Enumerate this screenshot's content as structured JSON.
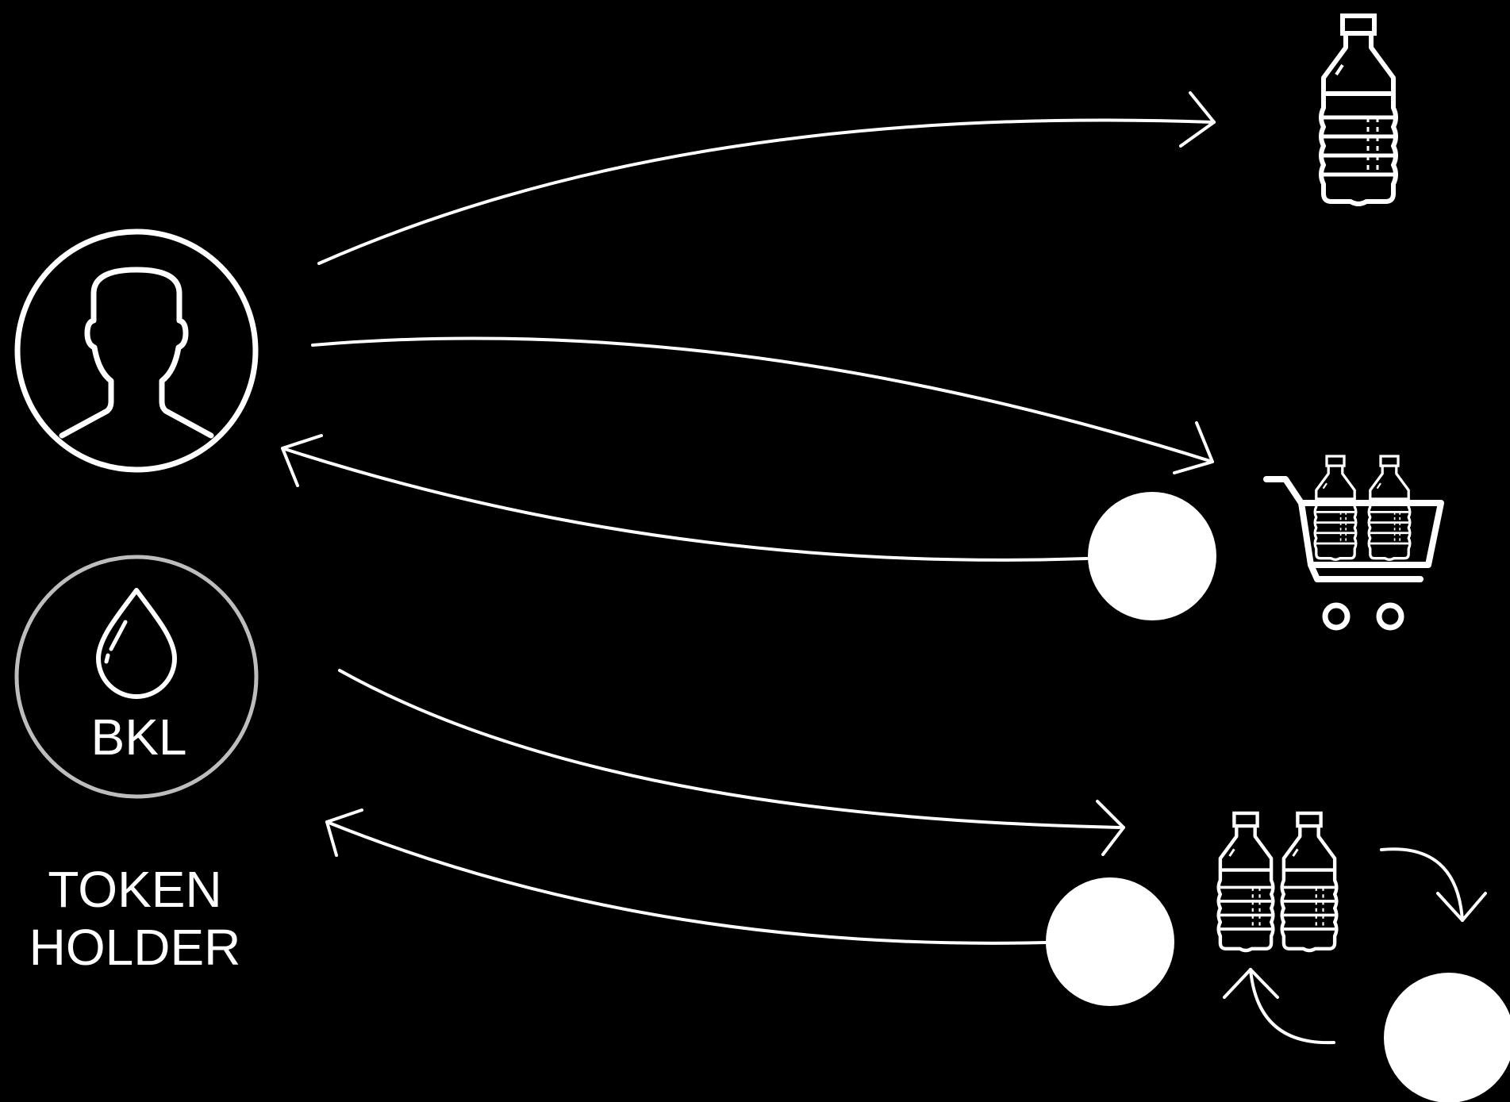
{
  "diagram": {
    "background": "#000000",
    "foreground": "#ffffff",
    "token_ring_color": "#bdbdbd",
    "token": {
      "symbol": "BKL",
      "icon": "water-drop-icon"
    },
    "holder": {
      "line1": "TOKEN",
      "line2": "HOLDER",
      "icon": "user-silhouette-icon"
    },
    "targets": [
      {
        "name": "single-bottle",
        "icon": "water-bottle-icon"
      },
      {
        "name": "shopping-cart",
        "icon": "shopping-cart-bottles-icon"
      },
      {
        "name": "bottle-pair",
        "icon": "two-bottles-icon"
      }
    ],
    "flows": [
      {
        "from": "user",
        "to": "single-bottle",
        "direction": "out"
      },
      {
        "from": "user",
        "to": "shopping-cart",
        "direction": "out"
      },
      {
        "from": "shopping-cart",
        "to": "user",
        "direction": "return",
        "marker": "filled-circle"
      },
      {
        "from": "token",
        "to": "bottle-pair",
        "direction": "out"
      },
      {
        "from": "bottle-pair",
        "to": "token",
        "direction": "return",
        "marker": "filled-circle"
      },
      {
        "from": "bottle-pair",
        "to": "bottle-pair",
        "direction": "cycle",
        "marker": "filled-circle"
      }
    ]
  }
}
